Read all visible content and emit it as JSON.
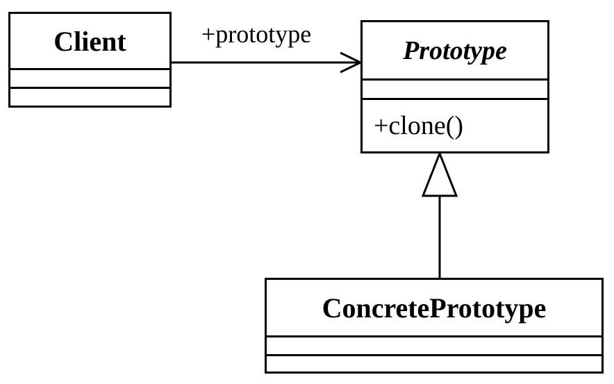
{
  "classes": {
    "client": {
      "name": "Client",
      "attributes": [],
      "operations": []
    },
    "prototype": {
      "name": "Prototype",
      "abstract": true,
      "attributes": [],
      "operations": [
        "+clone()"
      ]
    },
    "concrete_prototype": {
      "name": "ConcretePrototype",
      "attributes": [],
      "operations": []
    }
  },
  "relations": {
    "association": {
      "from": "Client",
      "to": "Prototype",
      "label": "+prototype",
      "kind": "directed-association"
    },
    "generalization": {
      "from": "ConcretePrototype",
      "to": "Prototype",
      "kind": "inheritance"
    }
  },
  "colors": {
    "stroke": "#000000",
    "fill": "#ffffff"
  }
}
